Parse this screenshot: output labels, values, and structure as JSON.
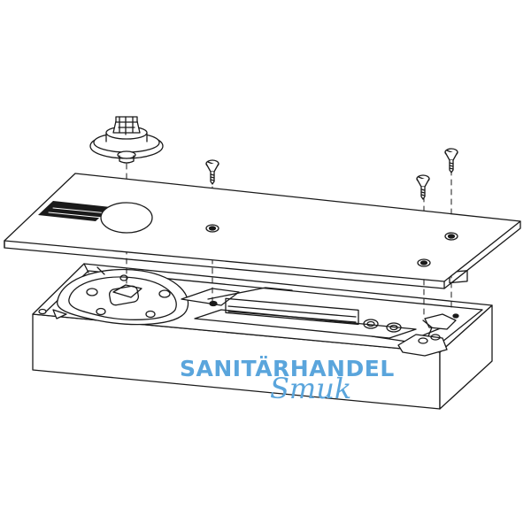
{
  "watermark": {
    "line1": "SANITÄRHANDEL",
    "line2": "Smuk",
    "color": "#5aa5dc"
  },
  "diagram": {
    "stroke_color": "#1a1a1a",
    "parts": [
      "cover-plate",
      "spindle-cap",
      "countersunk-screw",
      "floor-closer-body"
    ]
  }
}
